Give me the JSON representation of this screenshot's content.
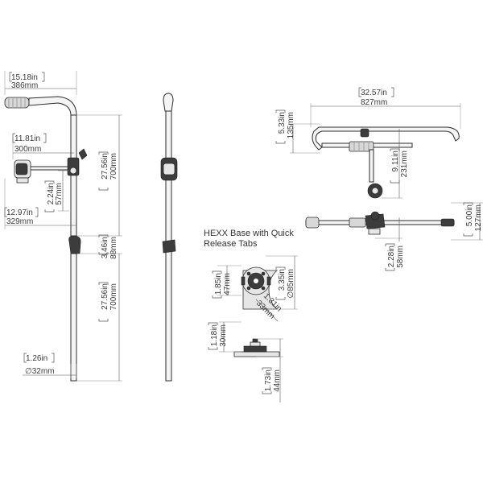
{
  "caption": {
    "line1": "HEXX Base with Quick",
    "line2": "Release Tabs"
  },
  "dims": {
    "arm_top_in": "15.18in",
    "arm_top_mm": "386mm",
    "arm_mid_in": "11.81in",
    "arm_mid_mm": "300mm",
    "arm_low_in": "12.97in",
    "arm_low_mm": "329mm",
    "clamp_off_in": "2.24in",
    "clamp_off_mm": "57mm",
    "upper_len_in": "27.56in",
    "upper_len_mm": "700mm",
    "joint_in": "3.46in",
    "joint_mm": "88mm",
    "lower_len_in": "27.56in",
    "lower_len_mm": "700mm",
    "dia_in": "1.26in",
    "dia_mm": "∅32mm",
    "top_width_in": "32.57in",
    "top_width_mm": "827mm",
    "top_depth_in": "5.33in",
    "top_depth_mm": "135mm",
    "top_drop_in": "9.11in",
    "top_drop_mm": "231mm",
    "side_h_in": "5.00in",
    "side_h_mm": "127mm",
    "side_drop_in": "2.28in",
    "side_drop_mm": "58mm",
    "base_r_in": "1.85in",
    "base_r_mm": "47mm",
    "base_dia_in": "3.35in",
    "base_dia_mm": "∅85mm",
    "base_diag_in": "1.31in",
    "base_diag_mm": "33mm",
    "base_side_in": "1.18in",
    "base_side_mm": "30mm",
    "base_h_in": "1.73in",
    "base_h_mm": "44mm"
  },
  "colors": {
    "line": "#555555",
    "part": "#2c2c2c",
    "text": "#3a3a3a"
  }
}
